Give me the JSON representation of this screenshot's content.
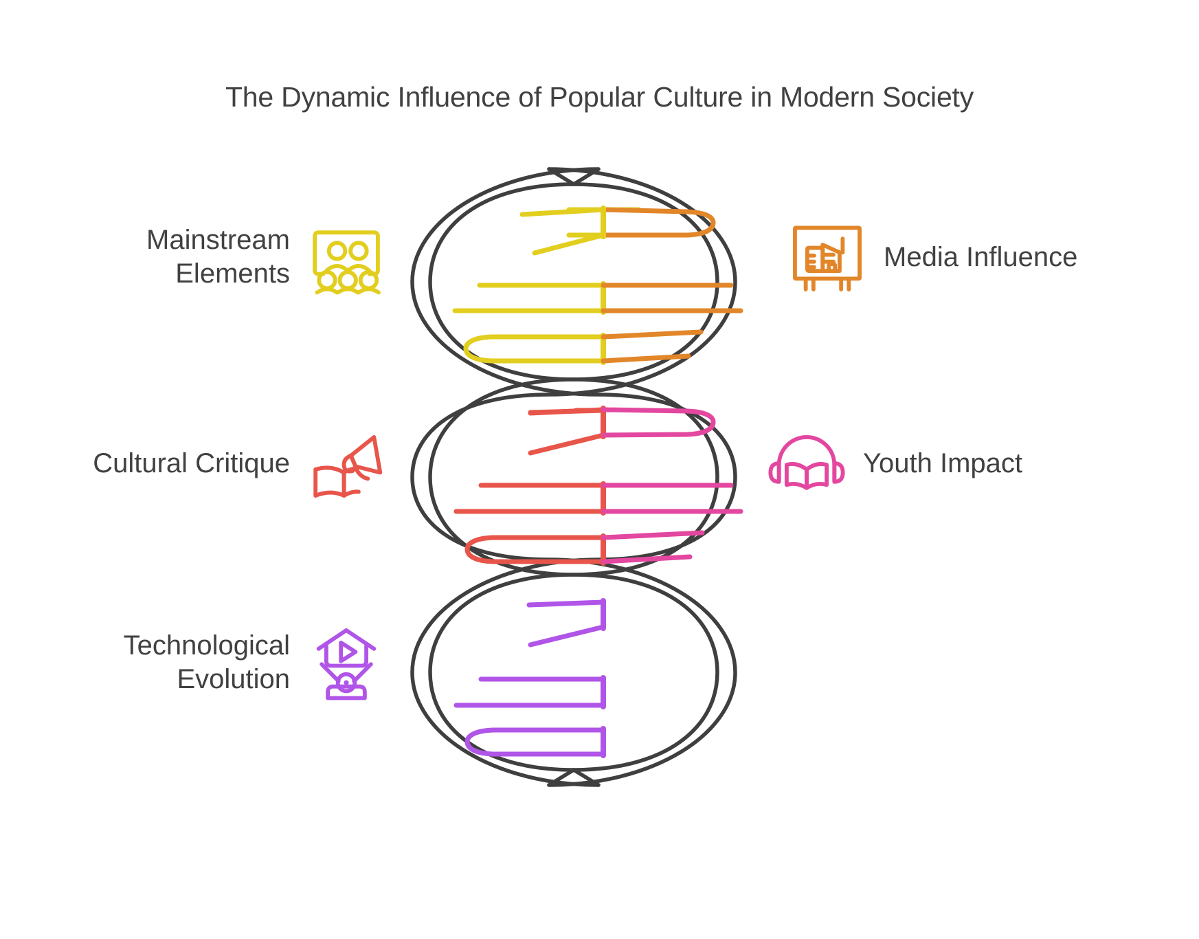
{
  "page": {
    "title": "The Dynamic Influence of Popular Culture in Modern Society",
    "background": "#ffffff",
    "text_color": "#414141"
  },
  "diagram": {
    "type": "dna-double-helix",
    "strand_color": "#3f3f3f",
    "turns": 3,
    "rung_groups": [
      {
        "id": "top",
        "left_color": "#e2ce1e",
        "right_color": "#e2862a",
        "rungs": 3
      },
      {
        "id": "middle",
        "left_color": "#e8554a",
        "right_color": "#e3479f",
        "rungs": 3
      },
      {
        "id": "bottom",
        "left_color": "#b055e8",
        "right_color": "#b055e8",
        "rungs": 3
      }
    ]
  },
  "labels": {
    "left": [
      {
        "id": "mainstream-elements",
        "text": "Mainstream\nElements",
        "color": "#e2ce1e",
        "icon": "audience-group-icon"
      },
      {
        "id": "cultural-critique",
        "text": "Cultural Critique",
        "color": "#e8554a",
        "icon": "book-megaphone-icon"
      },
      {
        "id": "technological-evolution",
        "text": "Technological\nEvolution",
        "color": "#b055e8",
        "icon": "video-projector-icon"
      }
    ],
    "right": [
      {
        "id": "media-influence",
        "text": "Media Influence",
        "color": "#e2862a",
        "icon": "billboard-city-icon"
      },
      {
        "id": "youth-impact",
        "text": "Youth Impact",
        "color": "#e3479f",
        "icon": "headphones-book-icon"
      }
    ]
  }
}
